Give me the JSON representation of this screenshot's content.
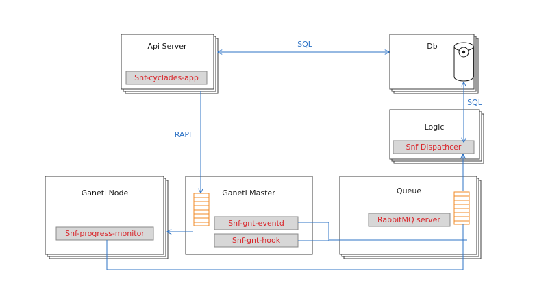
{
  "nodes": {
    "api_server": {
      "title": "Api Server",
      "component": "Snf-cyclades-app"
    },
    "db": {
      "title": "Db"
    },
    "logic": {
      "title": "Logic",
      "component": "Snf Dispathcer"
    },
    "ganeti_node": {
      "title": "Ganeti Node",
      "component": "Snf-progress-monitor"
    },
    "ganeti_master": {
      "title": "Ganeti Master",
      "components": [
        "Snf-gnt-eventd",
        "Snf-gnt-hook"
      ]
    },
    "queue": {
      "title": "Queue",
      "component": "RabbitMQ server"
    }
  },
  "connections": {
    "api_db": "SQL",
    "logic_db": "SQL",
    "api_master": "RAPI"
  },
  "colors": {
    "connector": "#2e73c6",
    "component_text": "#d9262b",
    "queue": "#f08a24",
    "component_fill": "#d7d7d7"
  }
}
